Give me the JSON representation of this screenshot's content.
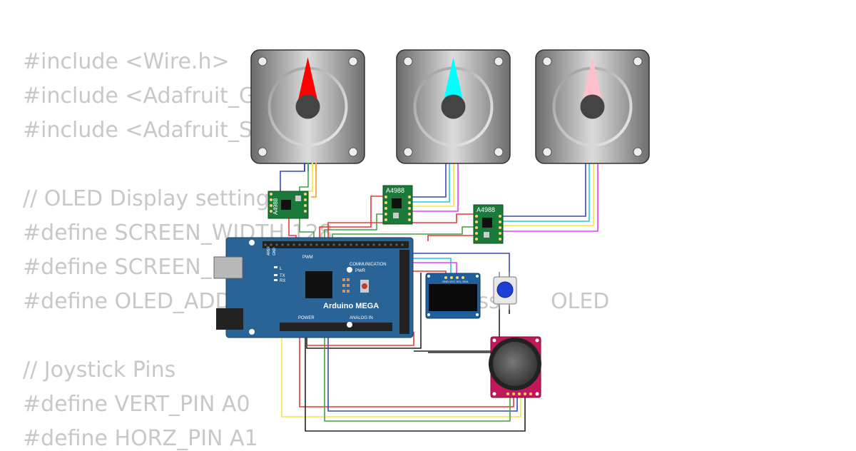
{
  "code_lines": [
    "#include <Wire.h>",
    "#include <Adafruit_G",
    "#include <Adafruit_SS",
    "",
    "// OLED Display setting",
    "#define SCREEN_WIDTH 128",
    "#define SCREEN_H",
    "#define OLED_ADD",
    "",
    "// Joystick Pins",
    "#define VERT_PIN A0",
    "#define HORZ_PIN A1"
  ],
  "ghost_text": {
    "oled_fragment": "OLED",
    "address_fragment": "ess"
  },
  "components": {
    "steppers": [
      {
        "id": "stepper-1",
        "needle_color": "#ff0000"
      },
      {
        "id": "stepper-2",
        "needle_color": "#00ffff"
      },
      {
        "id": "stepper-3",
        "needle_color": "#ffc0cb"
      }
    ],
    "driver_label": "A4988",
    "arduino": {
      "name": "Arduino MEGA",
      "pwm_label": "PWM",
      "comm_label": "COMMUNICATION",
      "power_label": "POWER",
      "analog_label": "ANALOG IN",
      "tx_label": "TX",
      "rx_label": "RX",
      "pwr_label": "PWR",
      "aref_label": "AREF",
      "gnd_label": "GND",
      "l_label": "L"
    },
    "oled": {
      "pins": "GND VCC SCL SDA"
    },
    "colors": {
      "wire_red": "#e53935",
      "wire_green": "#43a047",
      "wire_blue": "#3949ab",
      "wire_yellow": "#f4e842",
      "wire_cyan": "#26c6da",
      "wire_magenta": "#e040fb",
      "wire_black": "#222222",
      "arduino_blue": "#2a6496",
      "driver_green": "#1b7a3a",
      "joystick_red": "#c2185b"
    }
  }
}
